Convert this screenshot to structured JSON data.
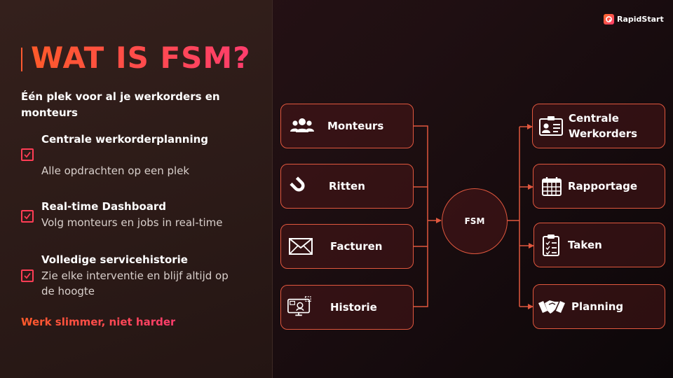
{
  "brand": {
    "name": "RapidStart",
    "icon": "rapidstart-logo-icon"
  },
  "title": "WAT IS FSM?",
  "subtitle": "Één plek voor al je werkorders en monteurs",
  "features": [
    {
      "title": "Centrale werkorderplanning",
      "desc": "Alle opdrachten op een plek",
      "icon": "checkbox-icon"
    },
    {
      "title": "Real-time Dashboard",
      "desc": "Volg monteurs en jobs in real-time",
      "icon": "checkbox-icon"
    },
    {
      "title": "Volledige servicehistorie",
      "desc": "Zie elke interventie en blijf altijd op de hoogte",
      "icon": "checkbox-icon"
    }
  ],
  "tagline": "Werk slimmer, niet harder",
  "diagram": {
    "hub": "FSM",
    "inputs": [
      {
        "label": "Monteurs",
        "icon": "users-icon"
      },
      {
        "label": "Ritten",
        "icon": "magnet-icon"
      },
      {
        "label": "Facturen",
        "icon": "envelope-icon"
      },
      {
        "label": "Historie",
        "icon": "monitor-user-icon"
      }
    ],
    "outputs": [
      {
        "label": "Centrale Werkorders",
        "icon": "id-card-icon"
      },
      {
        "label": "Rapportage",
        "icon": "calendar-icon"
      },
      {
        "label": "Taken",
        "icon": "clipboard-icon"
      },
      {
        "label": "Planning",
        "icon": "handshake-icon"
      }
    ]
  },
  "colors": {
    "accent": "#ff4a3d",
    "accent_gradient_end": "#ff3d6e",
    "node_border": "#e0573e"
  }
}
